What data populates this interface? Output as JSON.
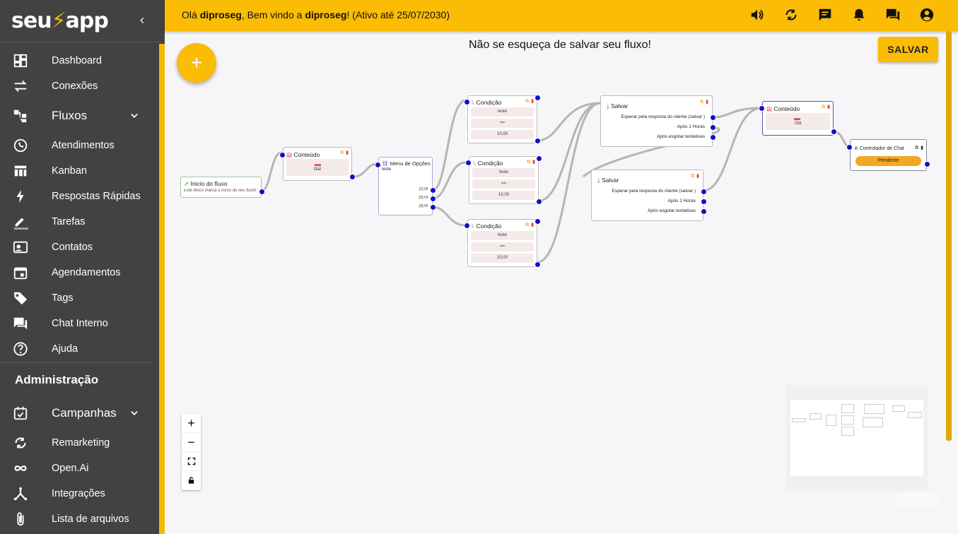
{
  "sidebar": {
    "logo": {
      "part1": "seu",
      "part2": "app"
    },
    "menu": [
      {
        "label": "Dashboard",
        "icon": "dashboard-icon"
      },
      {
        "label": "Conexões",
        "icon": "swap-icon"
      },
      {
        "label": "Fluxos",
        "icon": "flow-icon"
      },
      {
        "label": "Atendimentos",
        "icon": "whatsapp-icon"
      },
      {
        "label": "Kanban",
        "icon": "kanban-icon"
      },
      {
        "label": "Respostas Rápidas",
        "icon": "bolt-icon"
      },
      {
        "label": "Tarefas",
        "icon": "edit-icon"
      },
      {
        "label": "Contatos",
        "icon": "contacts-icon"
      },
      {
        "label": "Agendamentos",
        "icon": "calendar-icon"
      },
      {
        "label": "Tags",
        "icon": "tag-icon"
      },
      {
        "label": "Chat Interno",
        "icon": "chat-icon"
      },
      {
        "label": "Ajuda",
        "icon": "help-icon"
      }
    ],
    "admin_title": "Administração",
    "admin_menu": [
      {
        "label": "Campanhas",
        "icon": "event-icon"
      },
      {
        "label": "Remarketing",
        "icon": "refresh-icon"
      },
      {
        "label": "Open.Ai",
        "icon": "infinity-icon"
      },
      {
        "label": "Integrações",
        "icon": "integration-icon"
      },
      {
        "label": "Lista de arquivos",
        "icon": "attach-icon"
      }
    ]
  },
  "header": {
    "greeting_prefix": "Olá ",
    "user": "diproseg",
    "greeting_mid": ", Bem vindo a ",
    "company": "diproseg",
    "greeting_suffix": "! (Ativo até 25/07/2030)"
  },
  "canvas": {
    "reminder": "Não se esqueça de salvar seu fluxo!",
    "save_label": "SALVAR",
    "fab_label": "+",
    "zoom": {
      "in": "+",
      "out": "−"
    }
  },
  "nodes": {
    "start": {
      "title": "Inicio do fluxo",
      "desc": "Este bloco marca o início do seu fluxo!"
    },
    "content1": {
      "title": "Conteúdo",
      "text": "Olá!"
    },
    "menu": {
      "title": "Menu de Opções",
      "text": "teste",
      "options": [
        "[1] Ol",
        "[2] Ol",
        "[3] Ol"
      ]
    },
    "cond1": {
      "title": "Condição",
      "cells": [
        "teste",
        "==",
        "10,00"
      ]
    },
    "cond2": {
      "title": "Condição",
      "cells": [
        "teste",
        "==",
        "10,00"
      ]
    },
    "cond3": {
      "title": "Condição",
      "cells": [
        "teste",
        "==",
        "10,00"
      ]
    },
    "save1": {
      "title": "Salvar",
      "rows": [
        "Esperar pela resposta do cliente (salvar )",
        "Após 1 Horas",
        "Após esgotar tentativas"
      ]
    },
    "save2": {
      "title": "Salvar",
      "rows": [
        "Esperar pela resposta do cliente (salvar )",
        "Após 1 Horas",
        "Após esgotar tentativas"
      ]
    },
    "content2": {
      "title": "Conteúdo",
      "text": "Olá"
    },
    "chatctrl": {
      "title": "Controlador de Chat",
      "status": "Pendente"
    }
  }
}
